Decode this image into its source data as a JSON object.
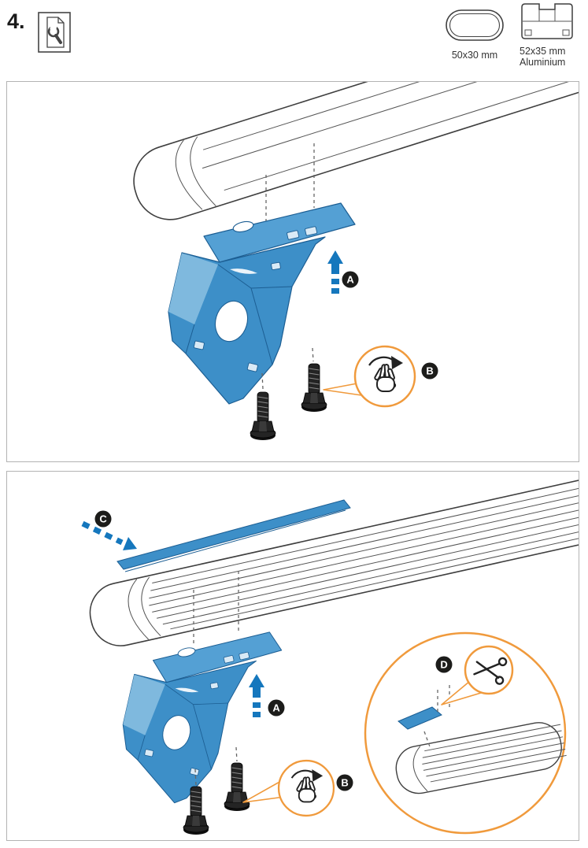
{
  "page": {
    "step_number": "4."
  },
  "header": {
    "oval_profile": {
      "dimension": "50x30 mm"
    },
    "aluminium_profile": {
      "dimension": "52x35 mm",
      "material": "Aluminium"
    }
  },
  "panel_top": {
    "labels": {
      "a": "A",
      "b": "B"
    }
  },
  "panel_bottom": {
    "labels": {
      "a": "A",
      "b": "B",
      "c": "C",
      "d": "D"
    }
  },
  "icons": {
    "tools": "document-wrench-icon",
    "hand_rotate": "hand-rotate-icon",
    "scissors": "scissors-icon",
    "insert_arrow": "insert-direction-arrow"
  },
  "colors": {
    "bracket_blue": "#3d8fc8",
    "bracket_blue_mid": "#54a0d4",
    "bracket_blue_dark": "#1c5e93",
    "bracket_blue_light": "#7fb9de",
    "arrow_blue": "#1577bd",
    "accent_orange": "#f09a3c",
    "badge_dark": "#1c1c1a",
    "line_dark": "#3f3f3f",
    "panel_border": "#b3b3b3"
  }
}
